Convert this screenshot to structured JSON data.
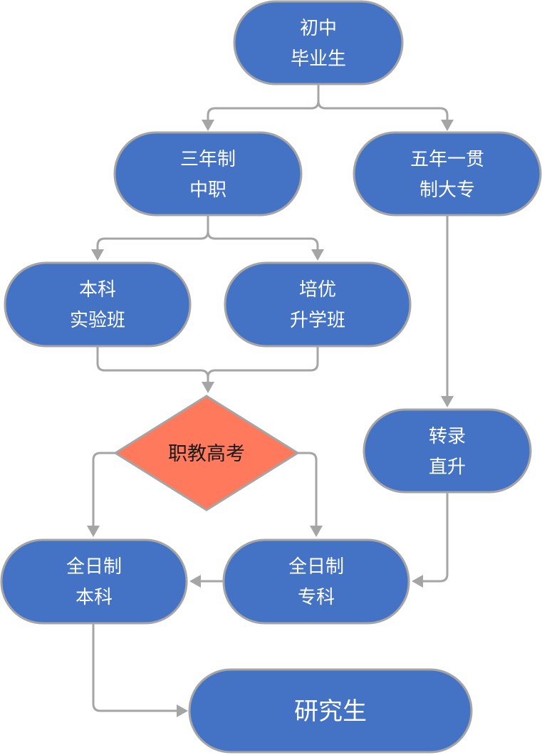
{
  "nodes": {
    "graduate": {
      "line1": "初中",
      "line2": "毕业生"
    },
    "three_year": {
      "line1": "三年制",
      "line2": "中职"
    },
    "five_year": {
      "line1": "五年一贯",
      "line2": "制大专"
    },
    "undergrad_class": {
      "line1": "本科",
      "line2": "实验班"
    },
    "excellence_class": {
      "line1": "培优",
      "line2": "升学班"
    },
    "exam": {
      "label": "职教高考"
    },
    "transfer": {
      "line1": "转录",
      "line2": "直升"
    },
    "fulltime_bachelor": {
      "line1": "全日制",
      "line2": "本科"
    },
    "fulltime_college": {
      "line1": "全日制",
      "line2": "专科"
    },
    "postgrad": {
      "label": "研究生"
    }
  },
  "colors": {
    "node_fill": "#4472C4",
    "node_border": "#A5A5A5",
    "decision_fill": "#FF7A5C",
    "connector": "#A5A5A5"
  }
}
